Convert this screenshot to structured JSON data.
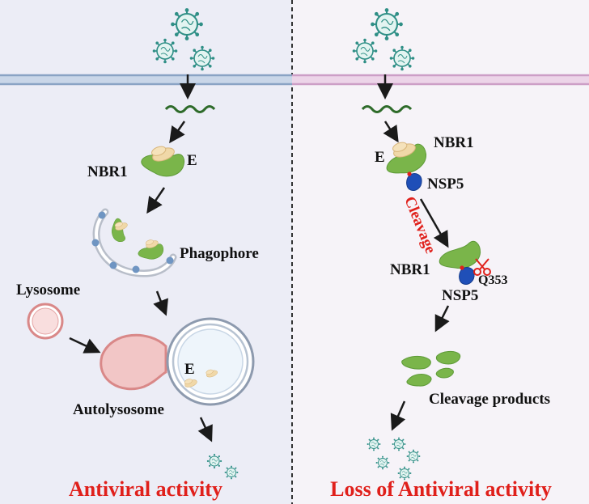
{
  "panels": {
    "left": {
      "title": "Antiviral activity",
      "labels": {
        "nbr1": "NBR1",
        "e_protein": "E",
        "phagophore": "Phagophore",
        "lysosome": "Lysosome",
        "autolysosome": "Autolysosome",
        "e_inside": "E"
      }
    },
    "right": {
      "title": "Loss of Antiviral activity",
      "labels": {
        "e_protein": "E",
        "nbr1_top": "NBR1",
        "nsp5_top": "NSP5",
        "cleavage": "Cleavage",
        "nbr1_mid": "NBR1",
        "q353": "Q353",
        "nsp5_mid": "NSP5",
        "cleavage_products": "Cleavage products"
      }
    }
  },
  "colors": {
    "left_background": "#ecedf6",
    "right_background": "#f6f3f8",
    "left_membrane": "#9fb4d0",
    "right_membrane": "#d9b2d4",
    "nbr1_green": "#7ab54a",
    "e_protein_beige": "#f0d8a8",
    "nsp5_blue": "#1f4fb8",
    "lysosome_pink": "#f2c6c6",
    "title_red": "#e0201b",
    "virus_teal": "#2f8f86"
  }
}
